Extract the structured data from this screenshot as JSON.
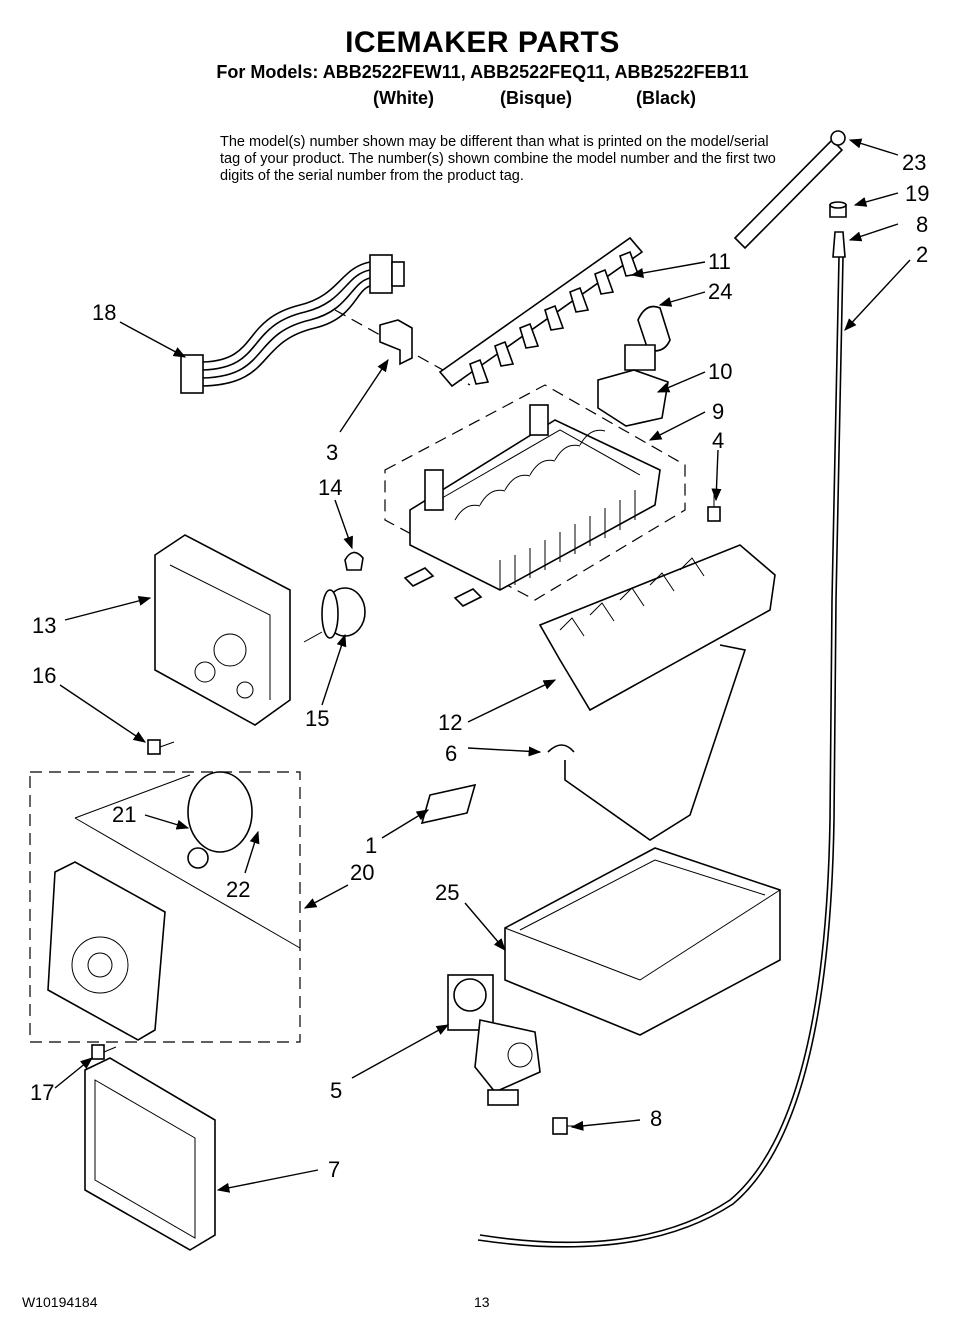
{
  "header": {
    "title": "ICEMAKER PARTS",
    "models_line": "For Models: ABB2522FEW11, ABB2522FEQ11, ABB2522FEB11",
    "variants": [
      "(White)",
      "(Bisque)",
      "(Black)"
    ]
  },
  "notice": "The model(s) number shown may be different than what is printed on the model/serial tag of your product. The number(s) shown combine the model number and the first two digits of the serial number from the product tag.",
  "callouts": {
    "c23": "23",
    "c19": "19",
    "c8a": "8",
    "c2": "2",
    "c11": "11",
    "c24": "24",
    "c18": "18",
    "c10": "10",
    "c9": "9",
    "c4": "4",
    "c3": "3",
    "c14": "14",
    "c13": "13",
    "c16": "16",
    "c15": "15",
    "c12": "12",
    "c6": "6",
    "c21": "21",
    "c1": "1",
    "c20": "20",
    "c22": "22",
    "c25": "25",
    "c5": "5",
    "c17": "17",
    "c8b": "8",
    "c7": "7"
  },
  "footer": {
    "doc_number": "W10194184",
    "page_number": "13"
  }
}
